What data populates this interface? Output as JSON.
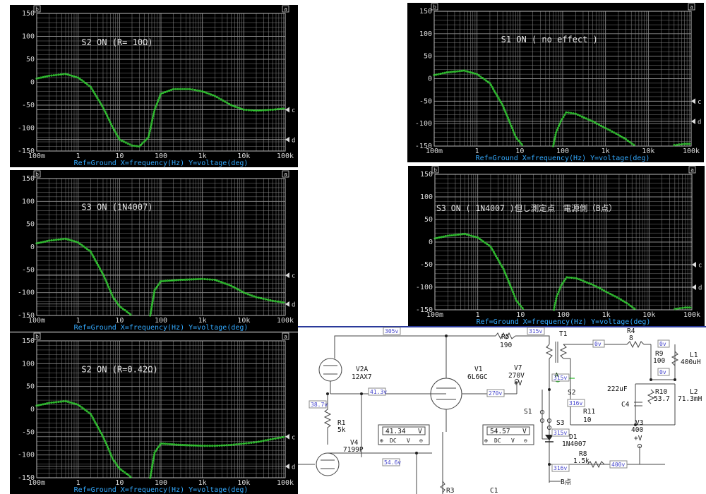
{
  "chart_data": [
    {
      "type": "line",
      "annotation": "S2 ON (R= 10Ω)",
      "footer": "Ref=Ground  X=frequency(Hz) Y=voltage(deg)",
      "x_ticks": [
        "100m",
        "1",
        "10",
        "100",
        "1k",
        "10k",
        "100k"
      ],
      "y_ticks": [
        "150",
        "100",
        "50",
        "0",
        "-50",
        "-100",
        "-150"
      ],
      "xlim": [
        0.1,
        100000
      ],
      "ylim": [
        -150,
        150
      ],
      "xscale": "log",
      "grid": true,
      "markers": [
        "b",
        "a",
        "c",
        "d"
      ],
      "cursor_levels": {
        "c": -60,
        "d": -125
      },
      "series": [
        {
          "color": "#33cc33",
          "points": [
            [
              0.1,
              8
            ],
            [
              0.2,
              14
            ],
            [
              0.5,
              18
            ],
            [
              1,
              10
            ],
            [
              2,
              -10
            ],
            [
              4,
              -55
            ],
            [
              7,
              -100
            ],
            [
              10,
              -125
            ],
            [
              20,
              -138
            ],
            [
              30,
              -140
            ],
            [
              50,
              -120
            ],
            [
              70,
              -60
            ],
            [
              100,
              -25
            ],
            [
              200,
              -15
            ],
            [
              500,
              -15
            ],
            [
              1000,
              -20
            ],
            [
              2000,
              -30
            ],
            [
              5000,
              -50
            ],
            [
              10000,
              -60
            ],
            [
              20000,
              -62
            ],
            [
              50000,
              -60
            ],
            [
              100000,
              -57
            ]
          ]
        }
      ]
    },
    {
      "type": "line",
      "annotation": "S1 ON ( no effect )",
      "footer": "Ref=Ground  X=frequency(Hz) Y=voltage(deg)",
      "x_ticks": [
        "100m",
        "1",
        "10",
        "100",
        "1k",
        "10k",
        "100k"
      ],
      "y_ticks": [
        "150",
        "100",
        "50",
        "0",
        "-50",
        "-100",
        "-150"
      ],
      "xlim": [
        0.1,
        100000
      ],
      "ylim": [
        -150,
        150
      ],
      "xscale": "log",
      "grid": true,
      "markers": [
        "b",
        "a",
        "c",
        "d"
      ],
      "cursor_levels": {
        "c": -50,
        "d": -95
      },
      "series": [
        {
          "color": "#33cc33",
          "points": [
            [
              0.1,
              8
            ],
            [
              0.2,
              14
            ],
            [
              0.5,
              18
            ],
            [
              1,
              10
            ],
            [
              2,
              -10
            ],
            [
              4,
              -60
            ],
            [
              6,
              -100
            ],
            [
              8,
              -130
            ],
            [
              12,
              -150
            ]
          ]
        },
        {
          "color": "#33cc33",
          "points": [
            [
              60,
              -150
            ],
            [
              70,
              -120
            ],
            [
              90,
              -95
            ],
            [
              120,
              -75
            ],
            [
              200,
              -78
            ],
            [
              500,
              -95
            ],
            [
              1000,
              -110
            ],
            [
              2000,
              -125
            ],
            [
              3000,
              -135
            ],
            [
              5000,
              -150
            ]
          ]
        },
        {
          "color": "#33cc33",
          "points": [
            [
              40000,
              -148
            ],
            [
              70000,
              -145
            ],
            [
              100000,
              -145
            ]
          ]
        }
      ]
    },
    {
      "type": "line",
      "annotation": "S3 ON (1N4007)",
      "footer": "Ref=Ground  X=frequency(Hz) Y=voltage(deg)",
      "x_ticks": [
        "100m",
        "1",
        "10",
        "100",
        "1k",
        "10k",
        "100k"
      ],
      "y_ticks": [
        "150",
        "100",
        "50",
        "0",
        "-50",
        "-100",
        "-150"
      ],
      "xlim": [
        0.1,
        100000
      ],
      "ylim": [
        -150,
        150
      ],
      "xscale": "log",
      "grid": true,
      "markers": [
        "b",
        "a",
        "c",
        "d"
      ],
      "cursor_levels": {
        "c": -62,
        "d": -125
      },
      "series": [
        {
          "color": "#33cc33",
          "points": [
            [
              0.1,
              8
            ],
            [
              0.2,
              14
            ],
            [
              0.5,
              18
            ],
            [
              1,
              10
            ],
            [
              2,
              -10
            ],
            [
              4,
              -60
            ],
            [
              7,
              -110
            ],
            [
              10,
              -130
            ],
            [
              20,
              -150
            ]
          ]
        },
        {
          "color": "#33cc33",
          "points": [
            [
              55,
              -150
            ],
            [
              70,
              -95
            ],
            [
              100,
              -75
            ],
            [
              300,
              -72
            ],
            [
              1000,
              -70
            ],
            [
              2000,
              -72
            ],
            [
              5000,
              -85
            ],
            [
              10000,
              -100
            ],
            [
              20000,
              -110
            ],
            [
              50000,
              -118
            ],
            [
              100000,
              -122
            ]
          ]
        }
      ]
    },
    {
      "type": "line",
      "annotation": "S3 ON ( 1N4007 )但し測定点　電源側（B点）",
      "footer": "Ref=Ground  X=frequency(Hz) Y=voltage(deg)",
      "x_ticks": [
        "100m",
        "1",
        "10",
        "100",
        "1k",
        "10k",
        "100k"
      ],
      "y_ticks": [
        "150",
        "100",
        "50",
        "0",
        "-50",
        "-100",
        "-150"
      ],
      "xlim": [
        0.1,
        100000
      ],
      "ylim": [
        -150,
        150
      ],
      "xscale": "log",
      "grid": true,
      "markers": [
        "b",
        "a",
        "c",
        "d"
      ],
      "cursor_levels": {
        "c": -50,
        "d": -100
      },
      "series": [
        {
          "color": "#33cc33",
          "points": [
            [
              0.1,
              8
            ],
            [
              0.2,
              14
            ],
            [
              0.5,
              18
            ],
            [
              1,
              10
            ],
            [
              2,
              -10
            ],
            [
              4,
              -60
            ],
            [
              6,
              -100
            ],
            [
              8,
              -130
            ],
            [
              12,
              -150
            ]
          ]
        },
        {
          "color": "#33cc33",
          "points": [
            [
              60,
              -150
            ],
            [
              70,
              -120
            ],
            [
              90,
              -95
            ],
            [
              120,
              -78
            ],
            [
              200,
              -80
            ],
            [
              500,
              -95
            ],
            [
              1000,
              -110
            ],
            [
              2000,
              -125
            ],
            [
              3000,
              -135
            ],
            [
              5000,
              -150
            ]
          ]
        },
        {
          "color": "#33cc33",
          "points": [
            [
              40000,
              -148
            ],
            [
              70000,
              -145
            ],
            [
              100000,
              -145
            ]
          ]
        }
      ]
    },
    {
      "type": "line",
      "annotation": "S2 ON (R=0.42Ω)",
      "footer": "Ref=Ground  X=frequency(Hz) Y=voltage(deg)",
      "x_ticks": [
        "100m",
        "1",
        "10",
        "100",
        "1k",
        "10k",
        "100k"
      ],
      "y_ticks": [
        "150",
        "100",
        "50",
        "0",
        "-50",
        "-100",
        "-150"
      ],
      "xlim": [
        0.1,
        100000
      ],
      "ylim": [
        -150,
        150
      ],
      "xscale": "log",
      "grid": true,
      "markers": [
        "b",
        "a",
        "c",
        "d"
      ],
      "cursor_levels": {
        "c": -60,
        "d": -125
      },
      "series": [
        {
          "color": "#33cc33",
          "points": [
            [
              0.1,
              8
            ],
            [
              0.2,
              14
            ],
            [
              0.5,
              18
            ],
            [
              1,
              10
            ],
            [
              2,
              -10
            ],
            [
              4,
              -60
            ],
            [
              7,
              -110
            ],
            [
              10,
              -130
            ],
            [
              20,
              -150
            ]
          ]
        },
        {
          "color": "#33cc33",
          "points": [
            [
              55,
              -150
            ],
            [
              70,
              -95
            ],
            [
              100,
              -75
            ],
            [
              300,
              -78
            ],
            [
              1000,
              -80
            ],
            [
              2000,
              -80
            ],
            [
              5000,
              -78
            ],
            [
              10000,
              -75
            ],
            [
              20000,
              -72
            ],
            [
              50000,
              -65
            ],
            [
              100000,
              -60
            ]
          ]
        }
      ]
    }
  ],
  "schematic": {
    "labels": [
      {
        "id": "v305",
        "text": "305v"
      },
      {
        "id": "v315",
        "text": "315v"
      },
      {
        "id": "v0a",
        "text": "0v"
      },
      {
        "id": "v0b",
        "text": "0v"
      },
      {
        "id": "v0c",
        "text": "0v"
      },
      {
        "id": "v387",
        "text": "38.7v"
      },
      {
        "id": "v413",
        "text": "41.3v"
      },
      {
        "id": "v270",
        "text": "270v"
      },
      {
        "id": "v546",
        "text": "54.6v"
      },
      {
        "id": "v315b",
        "text": "315v"
      },
      {
        "id": "v316a",
        "text": "316v"
      },
      {
        "id": "v315c",
        "text": "315v"
      },
      {
        "id": "v316b",
        "text": "316v"
      },
      {
        "id": "v400",
        "text": "400v"
      },
      {
        "id": "r5",
        "text": "R5"
      },
      {
        "id": "r5v",
        "text": "190"
      },
      {
        "id": "t1",
        "text": "T1"
      },
      {
        "id": "r4",
        "text": "R4"
      },
      {
        "id": "r4v",
        "text": "8"
      },
      {
        "id": "r9",
        "text": "R9"
      },
      {
        "id": "r9v",
        "text": "100"
      },
      {
        "id": "l1",
        "text": "L1"
      },
      {
        "id": "l1v",
        "text": "400uH"
      },
      {
        "id": "c222",
        "text": "222uF"
      },
      {
        "id": "c4",
        "text": "C4"
      },
      {
        "id": "r10",
        "text": "R10"
      },
      {
        "id": "r10v",
        "text": "53.7"
      },
      {
        "id": "l2",
        "text": "L2"
      },
      {
        "id": "l2v",
        "text": "71.3mH"
      },
      {
        "id": "v2a",
        "text": "V2A"
      },
      {
        "id": "v2av",
        "text": "12AX7"
      },
      {
        "id": "v1",
        "text": "V1"
      },
      {
        "id": "v1v",
        "text": "6L6GC"
      },
      {
        "id": "v7",
        "text": "V7"
      },
      {
        "id": "v7v",
        "text": "270V"
      },
      {
        "id": "v7p",
        "text": "+V"
      },
      {
        "id": "r1",
        "text": "R1"
      },
      {
        "id": "r1v",
        "text": "5k"
      },
      {
        "id": "v4",
        "text": "V4"
      },
      {
        "id": "v4v",
        "text": "7199P"
      },
      {
        "id": "s1",
        "text": "S1"
      },
      {
        "id": "s2",
        "text": "S2"
      },
      {
        "id": "s3",
        "text": "S3"
      },
      {
        "id": "d1",
        "text": "D1"
      },
      {
        "id": "d1v",
        "text": "1N4007"
      },
      {
        "id": "r11",
        "text": "R11"
      },
      {
        "id": "r11v",
        "text": "10"
      },
      {
        "id": "r8",
        "text": "R8"
      },
      {
        "id": "r8v",
        "text": "1.5k"
      },
      {
        "id": "v3",
        "text": "V3"
      },
      {
        "id": "v3v",
        "text": "400"
      },
      {
        "id": "v3p",
        "text": "+V"
      },
      {
        "id": "bpt",
        "text": "B点"
      },
      {
        "id": "apt",
        "text": "A"
      },
      {
        "id": "r3",
        "text": "R3"
      },
      {
        "id": "c1",
        "text": "C1"
      }
    ],
    "meter1": {
      "value": "41.34",
      "unit": "V",
      "mode": "DC",
      "sub": "V"
    },
    "meter2": {
      "value": "54.57",
      "unit": "V",
      "mode": "DC",
      "sub": "V"
    }
  }
}
